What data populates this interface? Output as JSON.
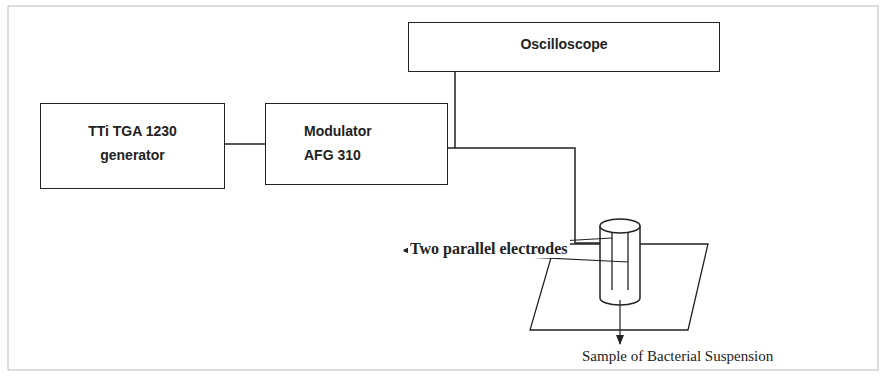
{
  "diagram": {
    "nodes": [
      {
        "text": [
          "TTi TGA 1230 generator"
        ]
      },
      {
        "text": [
          "Modulator AFG 310"
        ]
      },
      {
        "text": [
          "Oscilloscope"
        ]
      }
    ],
    "edges": [
      {
        "from": 0,
        "to": 1,
        "arrow": "none"
      },
      {
        "from": 1,
        "to": 2,
        "arrow": "none"
      }
    ],
    "labels": [
      "Two parallel electrodes",
      "Sample of Bacterial Suspension"
    ]
  }
}
